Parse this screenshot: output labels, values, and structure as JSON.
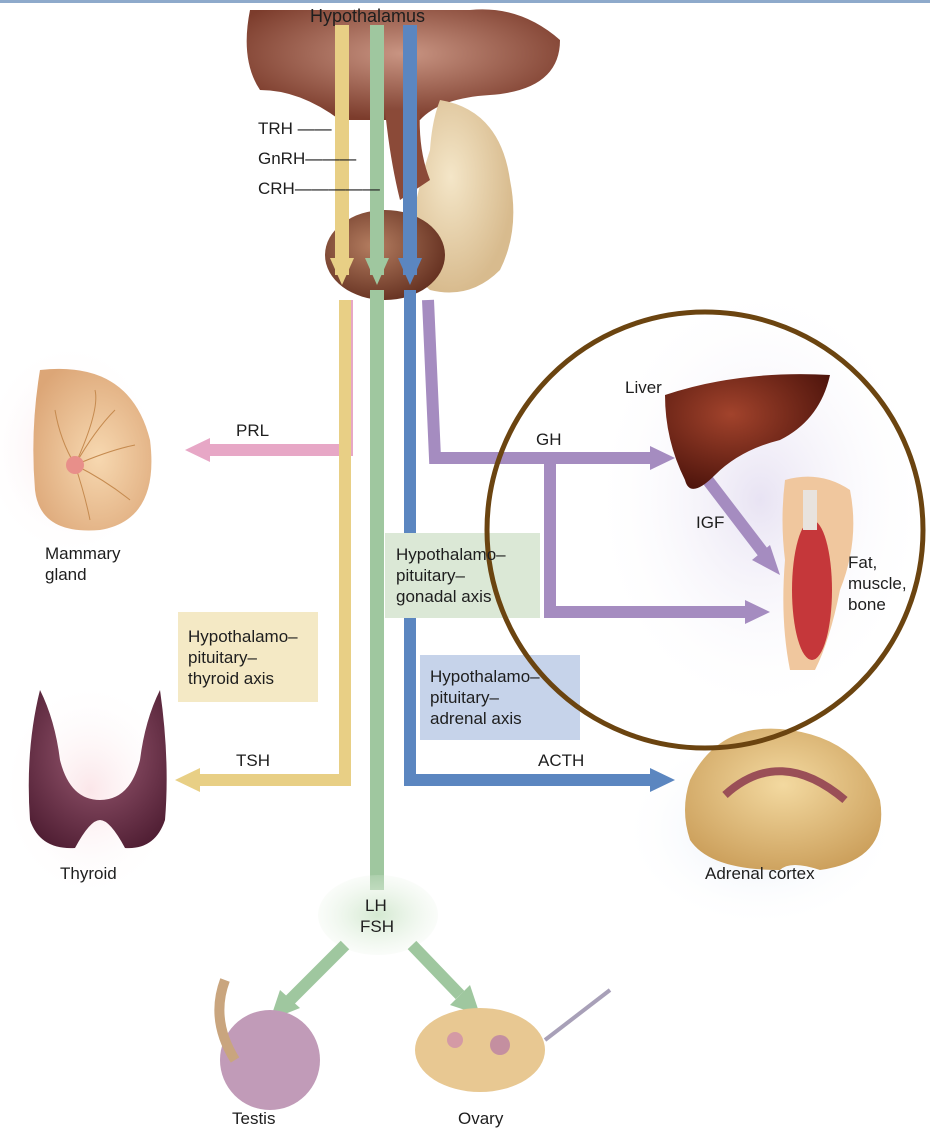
{
  "title": "Hypothalamus",
  "releasing_hormones": {
    "trh": "TRH",
    "gnrh": "GnRH",
    "crh": "CRH"
  },
  "hormones": {
    "prl": "PRL",
    "gh": "GH",
    "igf": "IGF",
    "tsh": "TSH",
    "acth": "ACTH",
    "lh": "LH",
    "fsh": "FSH"
  },
  "organs": {
    "mammary": [
      "Mammary",
      "gland"
    ],
    "liver": "Liver",
    "fat_muscle_bone": [
      "Fat,",
      "muscle,",
      "bone"
    ],
    "thyroid": "Thyroid",
    "adrenal": "Adrenal cortex",
    "testis": "Testis",
    "ovary": "Ovary"
  },
  "axes": {
    "thyroid": [
      "Hypothalamo–",
      "pituitary–",
      "thyroid axis"
    ],
    "gonadal": [
      "Hypothalamo–",
      "pituitary–",
      "gonadal axis"
    ],
    "adrenal": [
      "Hypothalamo–",
      "pituitary–",
      "adrenal axis"
    ]
  },
  "colors": {
    "tsh_pathway": "#e8cf85",
    "gonadal_pathway": "#9fc79f",
    "adrenal_pathway": "#5b86c0",
    "gh_pathway": "#a58cc0",
    "prl_pathway": "#e7a7c6",
    "highlight_circle": "#6b4410"
  }
}
